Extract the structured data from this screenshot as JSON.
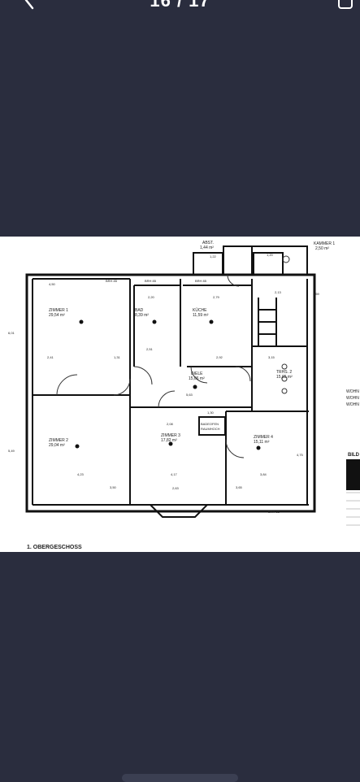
{
  "viewer": {
    "counter": "16 / 17",
    "icons": {
      "back": "chevron-left-icon",
      "share": "share-icon"
    }
  },
  "floorplan": {
    "title": "1. OBERGESCHOSS",
    "rooms": {
      "zimmer1": {
        "name": "ZIMMER 1",
        "area": "29,54 m²"
      },
      "zimmer2": {
        "name": "ZIMMER 2",
        "area": "29,04 m²"
      },
      "zimmer3": {
        "name": "ZIMMER 3",
        "area": "17,82 m²"
      },
      "zimmer4": {
        "name": "ZIMMER 4",
        "area": "15,11 m²"
      },
      "bad": {
        "name": "BAD",
        "area": "8,39 m²"
      },
      "kuche": {
        "name": "KÜCHE",
        "area": "11,59 m²"
      },
      "diele": {
        "name": "DIELE",
        "area": "15,06 m²"
      },
      "trhs": {
        "name": "TRHS. 2",
        "area": "15,65 m²"
      },
      "abst": {
        "name": "ABST.",
        "area": "1,44 m²"
      },
      "kammer": {
        "name": "KAMMER 1",
        "area": "2,50 m²"
      }
    },
    "badeofen": {
      "line1": "BADEOFEN",
      "line2": "RAUMHOCH"
    },
    "side_labels": {
      "wohn1": "WOHN",
      "wohn2": "WOHN",
      "wohn3": "WOHN",
      "bild": "BILD"
    },
    "dims": {
      "d423": "4,23",
      "d417": "4,17",
      "d384": "3,84",
      "d263": "2,63",
      "d601": "6,01",
      "d549": "5,49",
      "d450": "4,50",
      "d563": "5,63",
      "d220": "2,20",
      "d122": "1,22",
      "d120": "1,20",
      "d159": "1,59",
      "d279": "2,79",
      "d213": "2,13",
      "d130": "1,30",
      "d241": "2,41",
      "d208": "2,08",
      "d475": "4,75",
      "d251": "2,51",
      "d131": "1,31",
      "d292": "2,92",
      "d315": "3,15",
      "d350": "3,50",
      "d365": "3,65"
    },
    "parapets": {
      "brh85a": "BRH 85",
      "brh85b": "BRH 85",
      "brh85c": "BRH 85",
      "brh85d": "BRH 85"
    }
  }
}
